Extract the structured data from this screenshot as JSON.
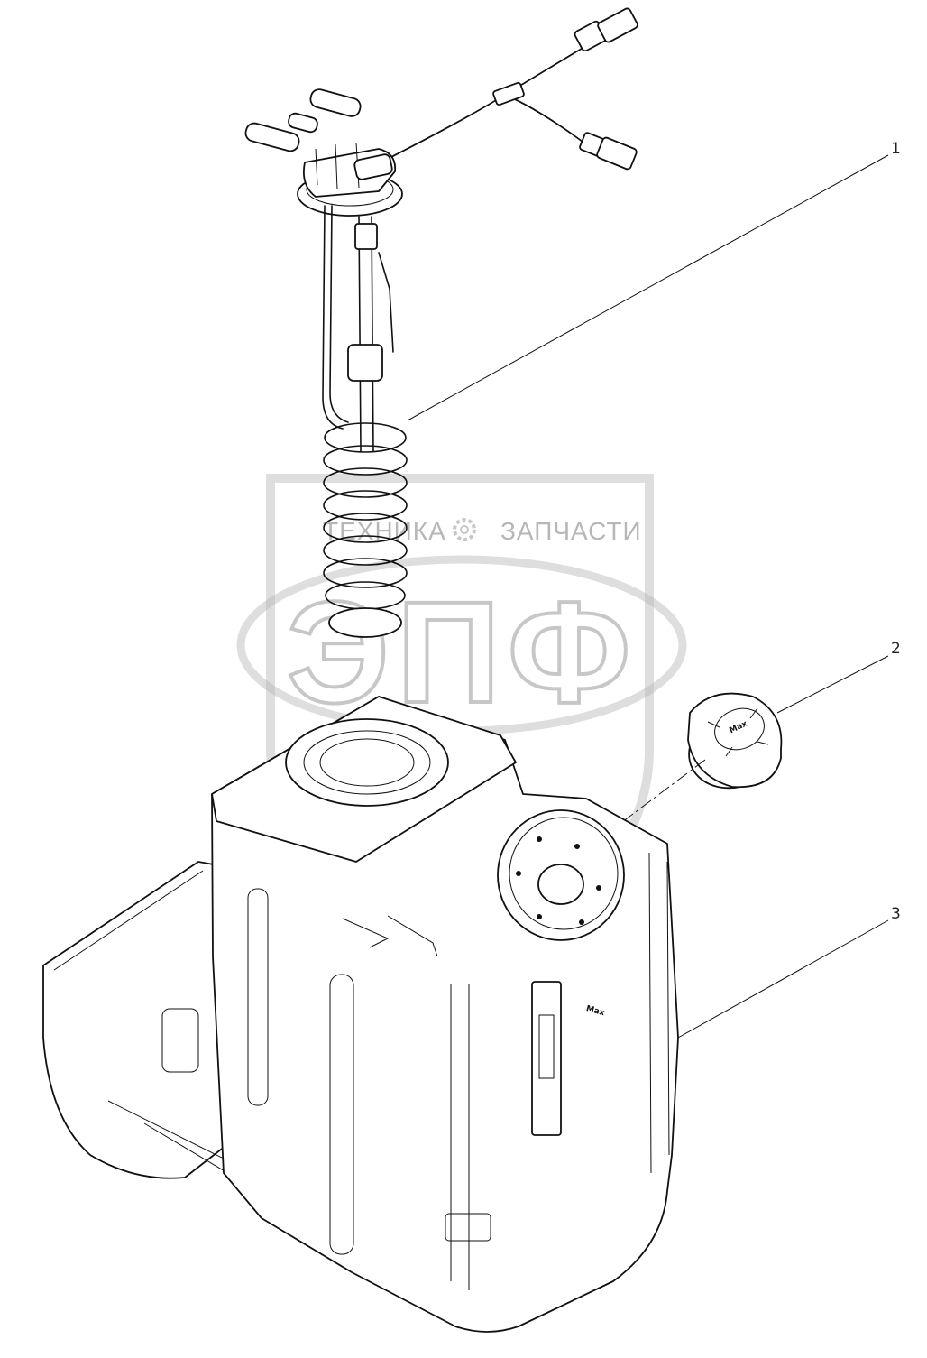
{
  "callouts": [
    {
      "label": "1",
      "part": "fuel-sender"
    },
    {
      "label": "2",
      "part": "filler-cap"
    },
    {
      "label": "3",
      "part": "tank"
    }
  ],
  "watermark": {
    "left_text": "ТЕХНИКА",
    "right_text": "ЗАПЧАСТИ",
    "monogram": "ЭПФ",
    "color": "#9a9a9a"
  },
  "tank_label": "Max",
  "colors": {
    "line": "#111111",
    "background": "#ffffff"
  }
}
